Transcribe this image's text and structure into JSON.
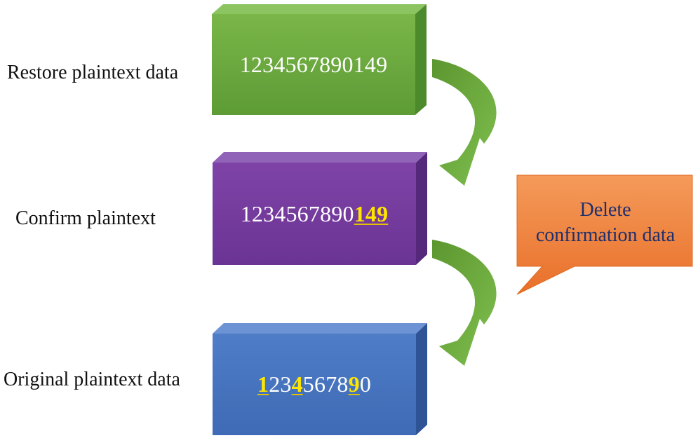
{
  "labels": {
    "restore": "Restore plaintext data",
    "confirm": "Confirm plaintext",
    "original": "Original plaintext data"
  },
  "blocks": {
    "restore_value": "1234567890149",
    "confirm_value_plain": "1234567890",
    "confirm_value_highlight": "149",
    "original_value": {
      "d1": "1",
      "d2": "23",
      "d3": "4",
      "d4": "5678",
      "d5": "9",
      "d6": "0"
    }
  },
  "callout": {
    "line1": "Delete",
    "line2": "confirmation data"
  },
  "colors": {
    "green": "#6aa83e",
    "purple": "#7034a0",
    "blue": "#4472c4",
    "orange": "#ed7d31",
    "highlight": "#ffe600",
    "arrow": "#6aa83e"
  },
  "icons": [
    "curved-arrow-icon",
    "curved-arrow-icon"
  ]
}
